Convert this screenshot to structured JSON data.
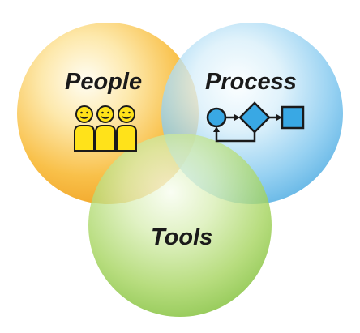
{
  "diagram": {
    "circles": [
      {
        "id": "people",
        "label": "People",
        "color": "#f5a21b",
        "icon": "people-icon"
      },
      {
        "id": "process",
        "label": "Process",
        "color": "#3aa5e0",
        "icon": "process-flow-icon"
      },
      {
        "id": "tools",
        "label": "Tools",
        "color": "#7cbf2f",
        "icon": ""
      }
    ]
  }
}
